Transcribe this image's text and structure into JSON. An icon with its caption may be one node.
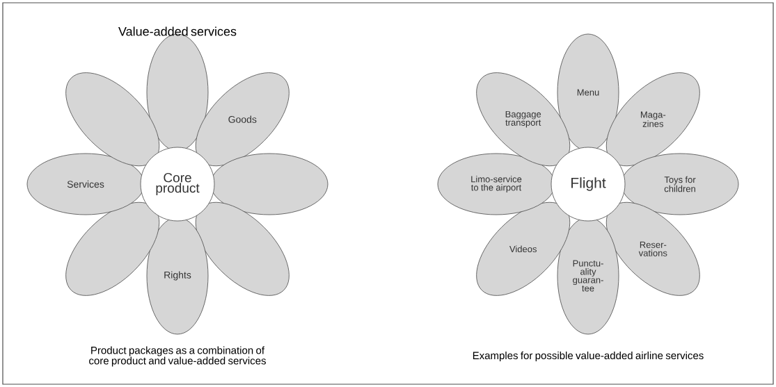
{
  "diagram": {
    "nodes": [
      {
        "text": [
          "Core product"
        ]
      },
      {
        "text": [],
        "shape": "ellipse"
      },
      {
        "text": [
          "Goods"
        ]
      },
      {
        "text": [],
        "shape": "ellipse"
      },
      {
        "text": [],
        "shape": "ellipse"
      },
      {
        "text": [
          "Rights"
        ]
      },
      {
        "text": [],
        "shape": "ellipse"
      },
      {
        "text": [
          "Services"
        ]
      },
      {
        "text": [],
        "shape": "ellipse"
      },
      {
        "text": [
          "Flight"
        ]
      },
      {
        "text": [
          "Menu"
        ]
      },
      {
        "text": [
          "Maga- zines"
        ]
      },
      {
        "text": [
          "Toys for children"
        ]
      },
      {
        "text": [
          "Reser- vations"
        ]
      },
      {
        "text": [
          "Punctu- ality guaran- tee"
        ]
      },
      {
        "text": [
          "Videos"
        ]
      },
      {
        "text": [
          "Limo-service to the airport"
        ]
      },
      {
        "text": [
          "Baggage transport"
        ]
      }
    ],
    "edges": [],
    "labels": [
      "Value-added services",
      "Product packages as a combination of core product and value-added services",
      "Examples for possible value-added airline services"
    ]
  }
}
